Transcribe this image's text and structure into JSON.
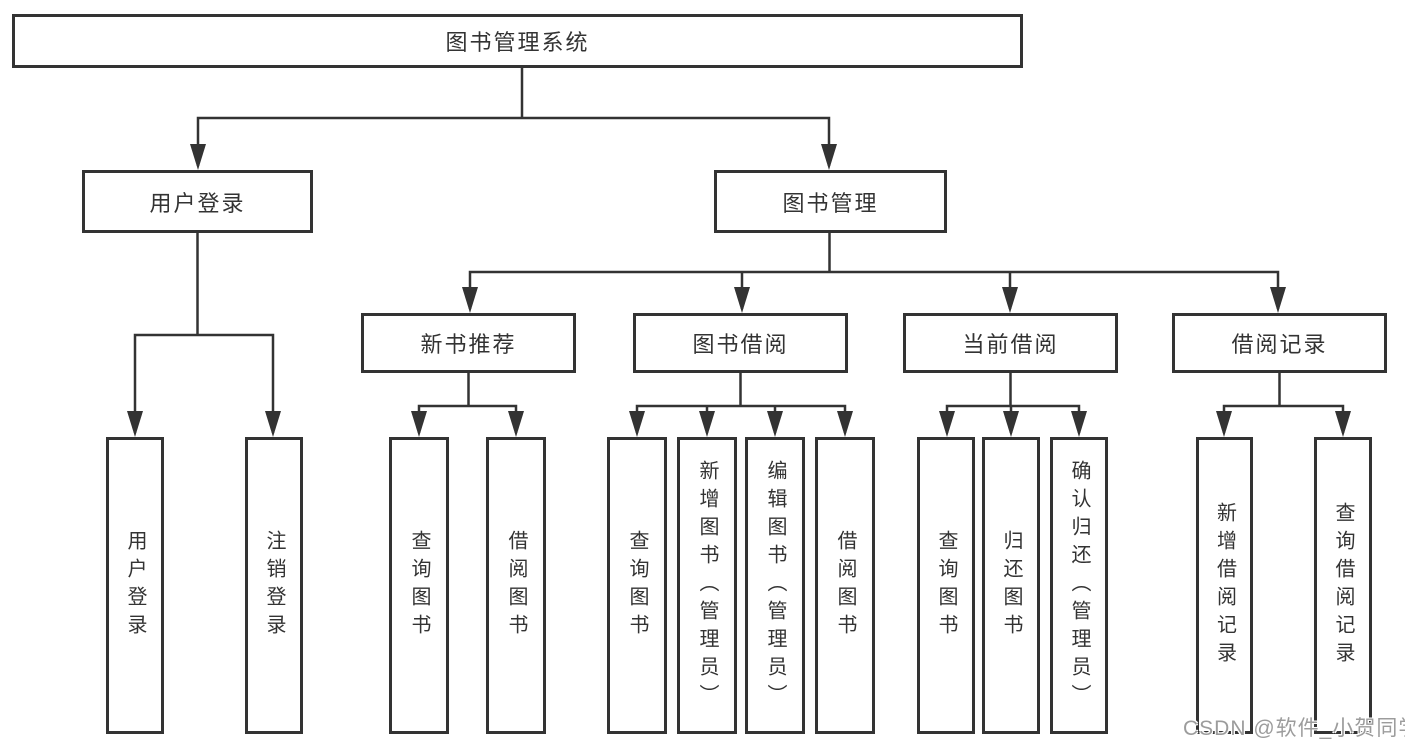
{
  "tree": {
    "root": {
      "label": "图书管理系统"
    },
    "children": [
      {
        "label": "用户登录",
        "children": [
          {
            "label": "用户登录"
          },
          {
            "label": "注销登录"
          }
        ]
      },
      {
        "label": "图书管理",
        "children": [
          {
            "label": "新书推荐",
            "children": [
              {
                "label": "查询图书"
              },
              {
                "label": "借阅图书"
              }
            ]
          },
          {
            "label": "图书借阅",
            "children": [
              {
                "label": "查询图书"
              },
              {
                "label": "新增图书（管理员）"
              },
              {
                "label": "编辑图书（管理员）"
              },
              {
                "label": "借阅图书"
              }
            ]
          },
          {
            "label": "当前借阅",
            "children": [
              {
                "label": "查询图书"
              },
              {
                "label": "归还图书"
              },
              {
                "label": "确认归还（管理员）"
              }
            ]
          },
          {
            "label": "借阅记录",
            "children": [
              {
                "label": "新增借阅记录"
              },
              {
                "label": "查询借阅记录"
              }
            ]
          }
        ]
      }
    ]
  },
  "watermark": {
    "text": "CSDN @软件_小贺同学"
  },
  "colors": {
    "line": "#333333",
    "text": "#333333",
    "box_background": "#ffffff",
    "watermark": "#9c9c9c",
    "background": "#ffffff"
  }
}
